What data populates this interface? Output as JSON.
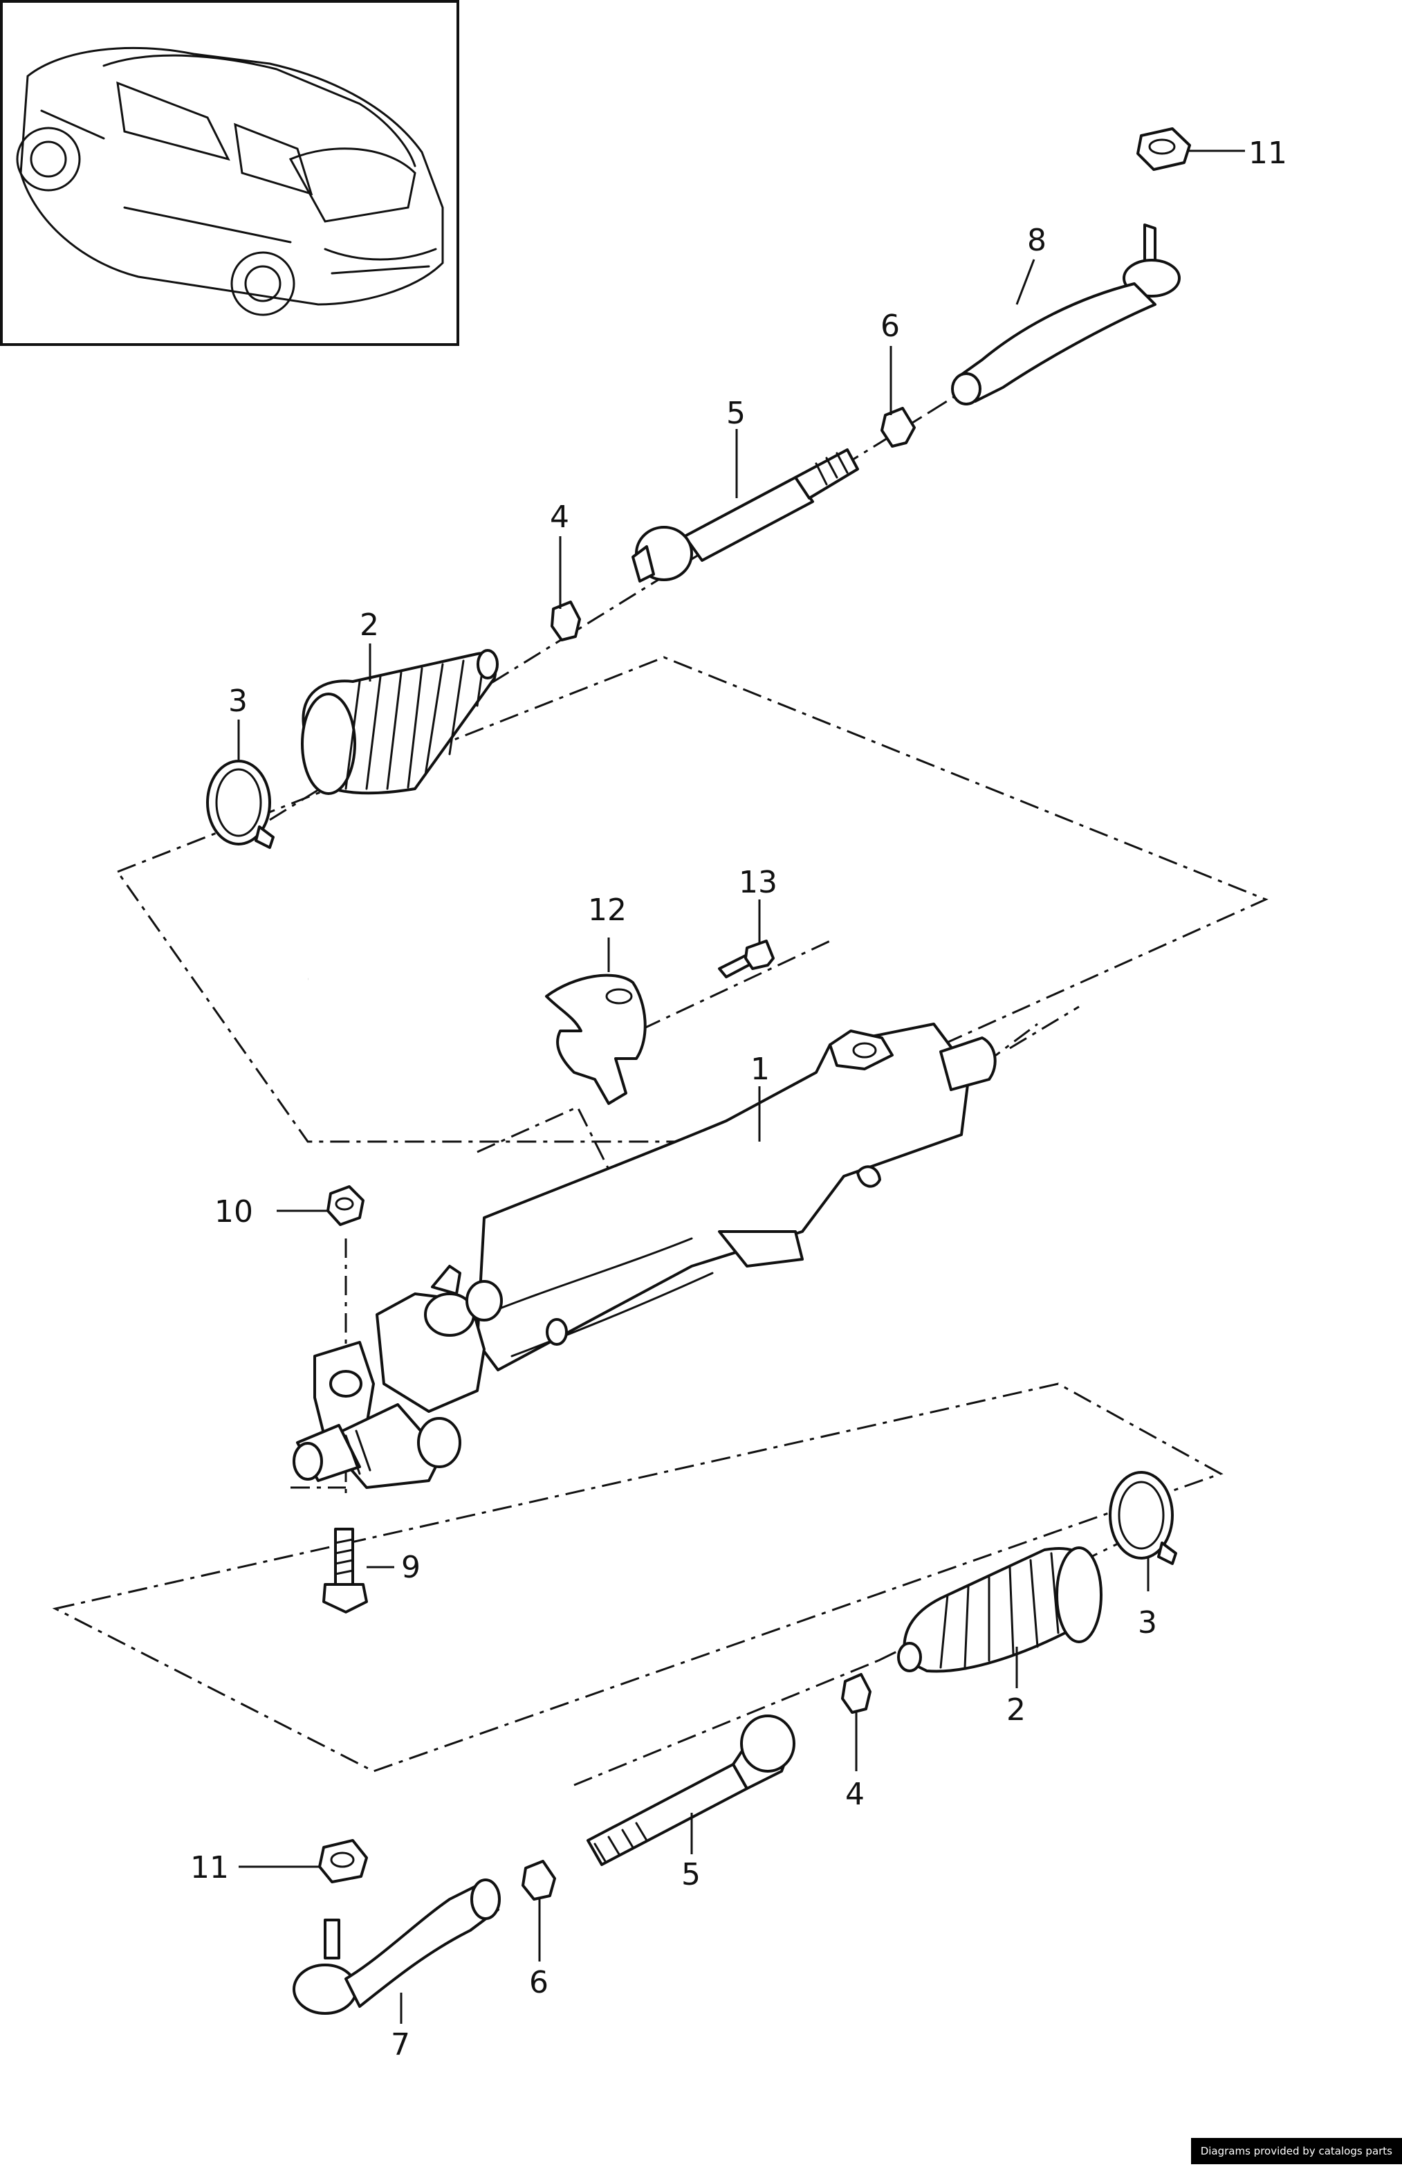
{
  "diagram": {
    "callouts": [
      {
        "id": "c11-top",
        "label": "11"
      },
      {
        "id": "c8",
        "label": "8"
      },
      {
        "id": "c6-top",
        "label": "6"
      },
      {
        "id": "c5-top",
        "label": "5"
      },
      {
        "id": "c4-top",
        "label": "4"
      },
      {
        "id": "c2-top",
        "label": "2"
      },
      {
        "id": "c3-top",
        "label": "3"
      },
      {
        "id": "c13",
        "label": "13"
      },
      {
        "id": "c12",
        "label": "12"
      },
      {
        "id": "c1",
        "label": "1"
      },
      {
        "id": "c10",
        "label": "10"
      },
      {
        "id": "c9",
        "label": "9"
      },
      {
        "id": "c3-bot",
        "label": "3"
      },
      {
        "id": "c2-bot",
        "label": "2"
      },
      {
        "id": "c4-bot",
        "label": "4"
      },
      {
        "id": "c5-bot",
        "label": "5"
      },
      {
        "id": "c11-bot",
        "label": "11"
      },
      {
        "id": "c6-bot",
        "label": "6"
      },
      {
        "id": "c7",
        "label": "7"
      }
    ]
  },
  "footer": {
    "credit": "Diagrams provided by catalogs parts"
  }
}
